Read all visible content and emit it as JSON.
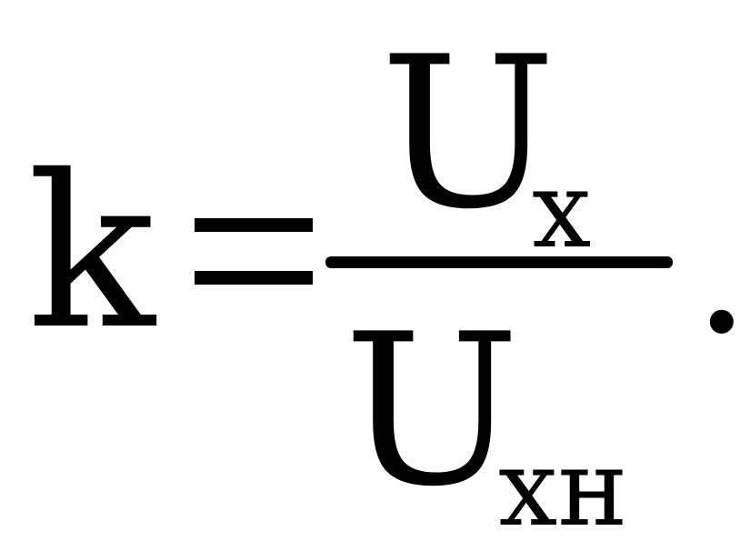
{
  "formula": {
    "lhs": "k",
    "equals": "=",
    "numerator": {
      "base": "U",
      "subscript": "x"
    },
    "denominator": {
      "base": "U",
      "subscript": "xн"
    },
    "terminator": "."
  }
}
